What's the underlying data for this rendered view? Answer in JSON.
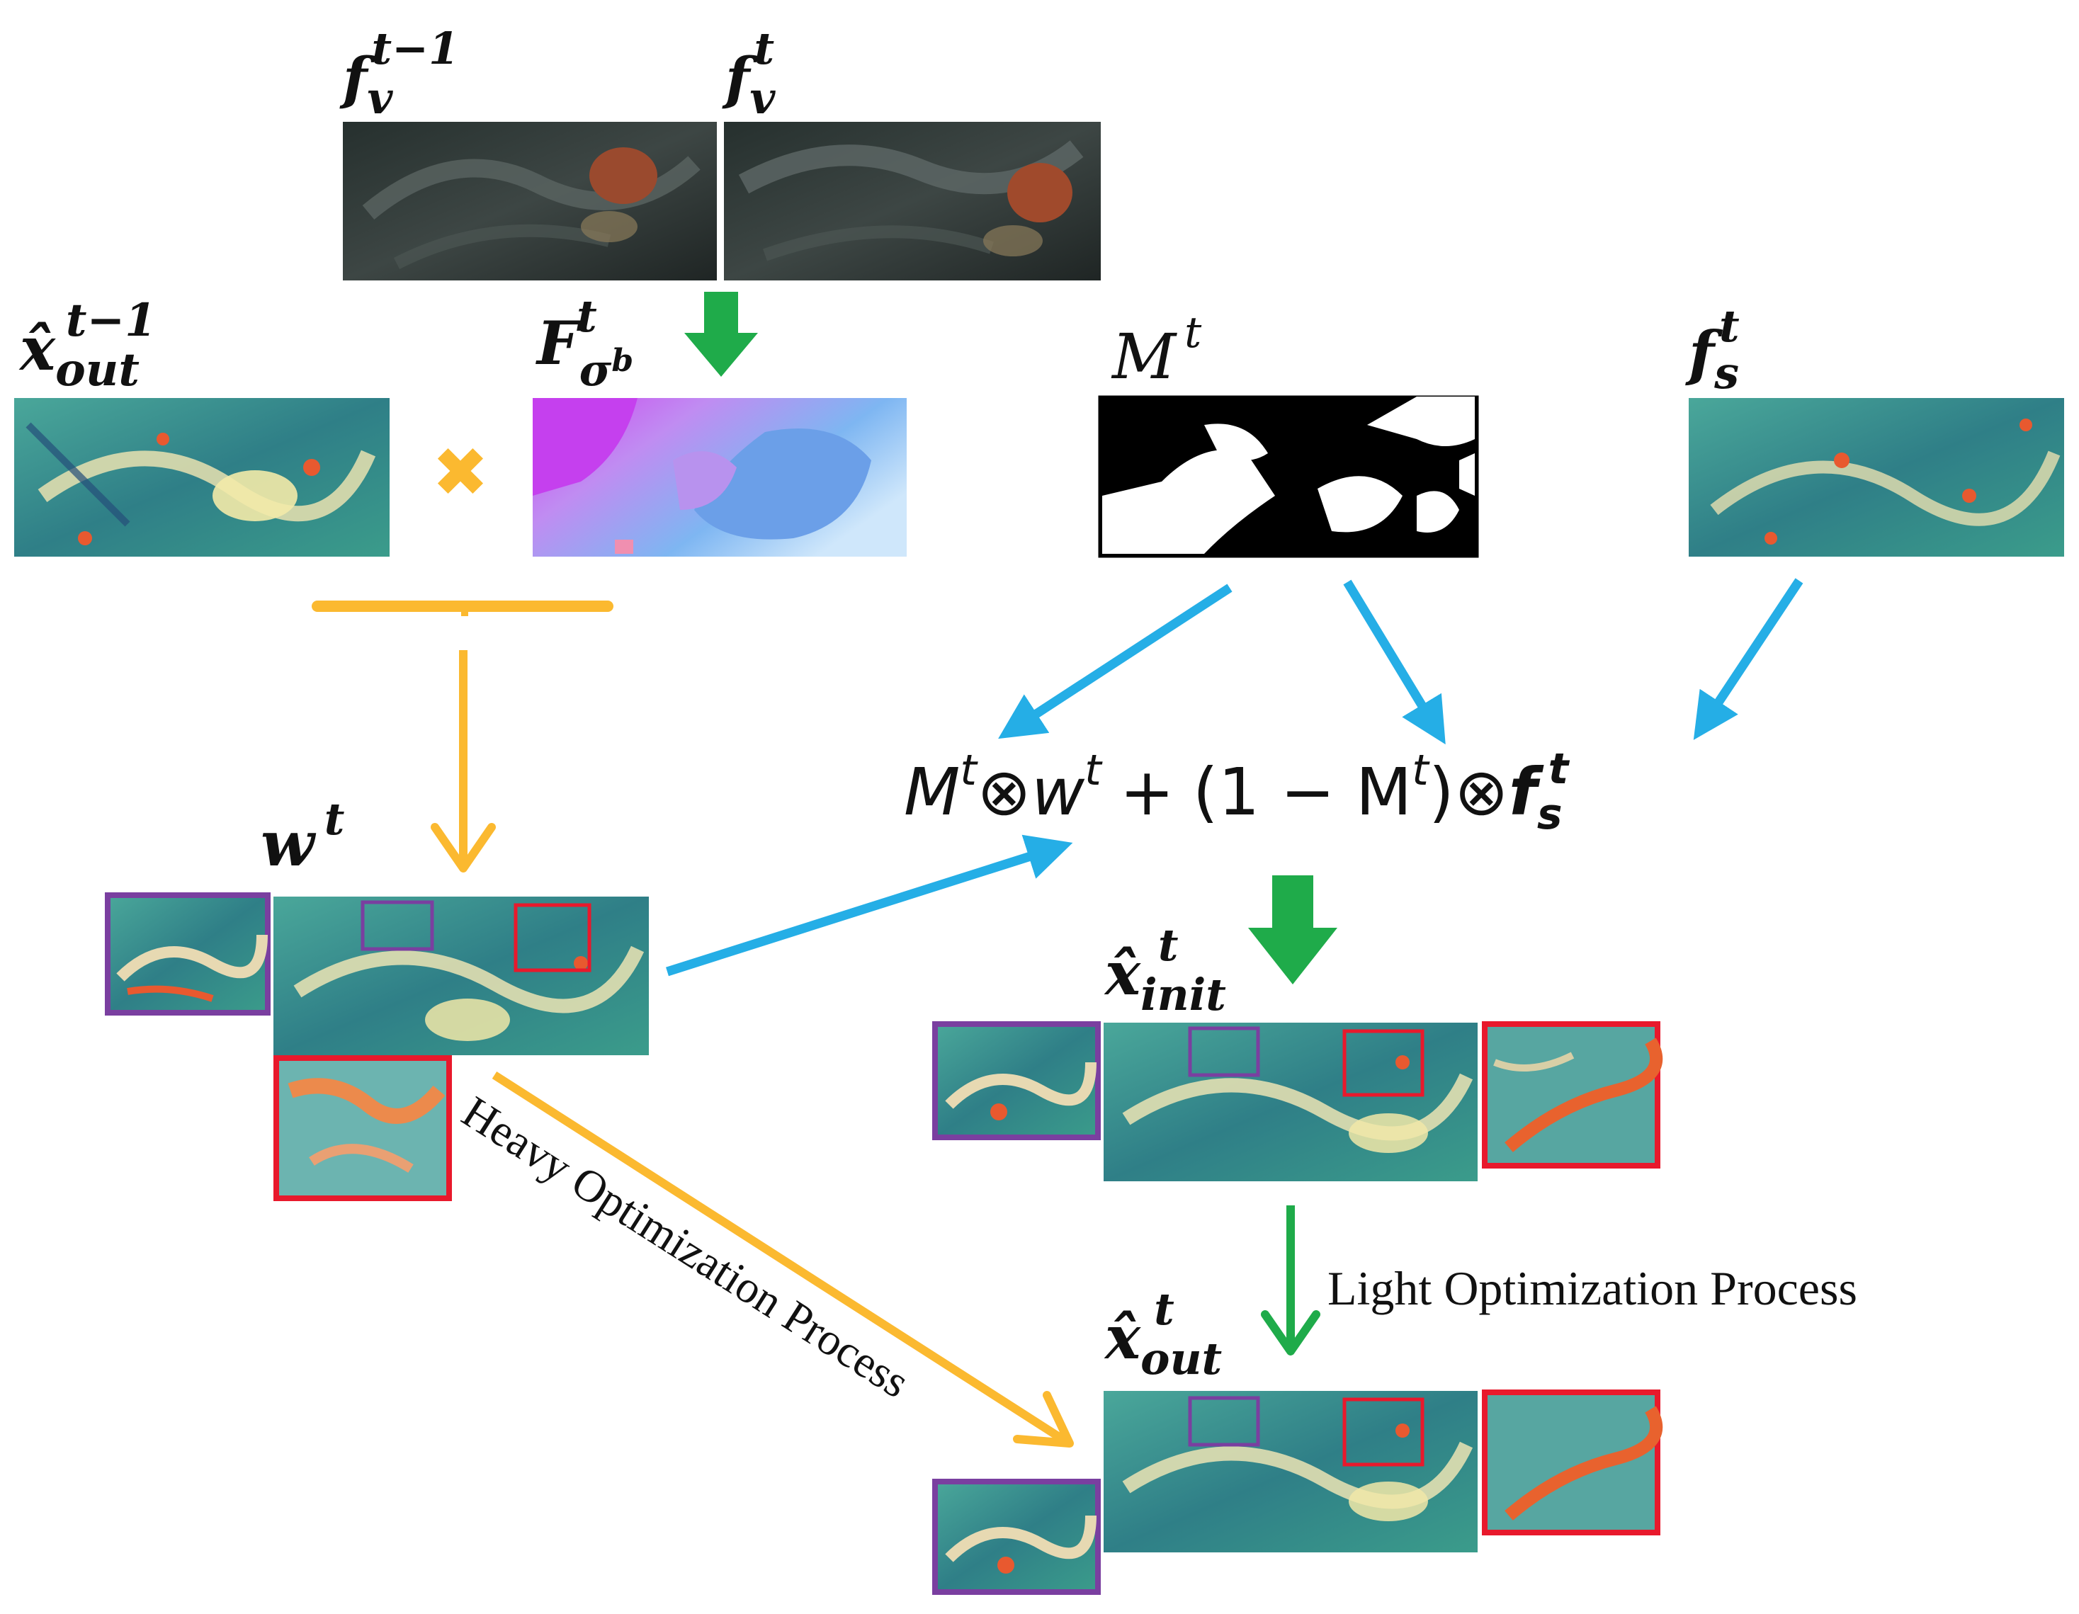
{
  "colors": {
    "orange": "#fbb930",
    "green": "#1fab4a",
    "blue": "#25aee6",
    "purple": "#7a3fa0",
    "red": "#e8192c",
    "dark_frame": "#2c2e2d",
    "painting": "#3a9a8e",
    "flow_violet": "#b874f0",
    "flow_blue": "#6aa6ee",
    "mask_black": "#000000"
  },
  "labels": {
    "fv_prev": {
      "base": "f",
      "sub": "v",
      "sup": "t−1"
    },
    "fv_cur": {
      "base": "f",
      "sub": "v",
      "sup": "t"
    },
    "x_out_prev": {
      "base": "x̂",
      "sub": "out",
      "sup": "t−1"
    },
    "flow": {
      "base": "F",
      "sub": "σ",
      "subsup": "b",
      "sup": "t"
    },
    "mask": {
      "base": "M",
      "sup": "t"
    },
    "fs": {
      "base": "f",
      "sub": "s",
      "sup": "t"
    },
    "warp": {
      "base": "w",
      "sup": "t"
    },
    "x_init": {
      "base": "x̂",
      "sub": "init",
      "sup": "t"
    },
    "x_out": {
      "base": "x̂",
      "sub": "out",
      "sup": "t"
    }
  },
  "formula": {
    "M": "M",
    "t": "t",
    "otimes": "⊗",
    "w": "w",
    "plus": "+",
    "lparen": "(1 − M",
    "rparen": ")",
    "f": "f",
    "s": "s"
  },
  "operator_symbol": "✖",
  "heavy_caption": "Heavy Optimization Process",
  "light_caption": "Light Optimization Process"
}
